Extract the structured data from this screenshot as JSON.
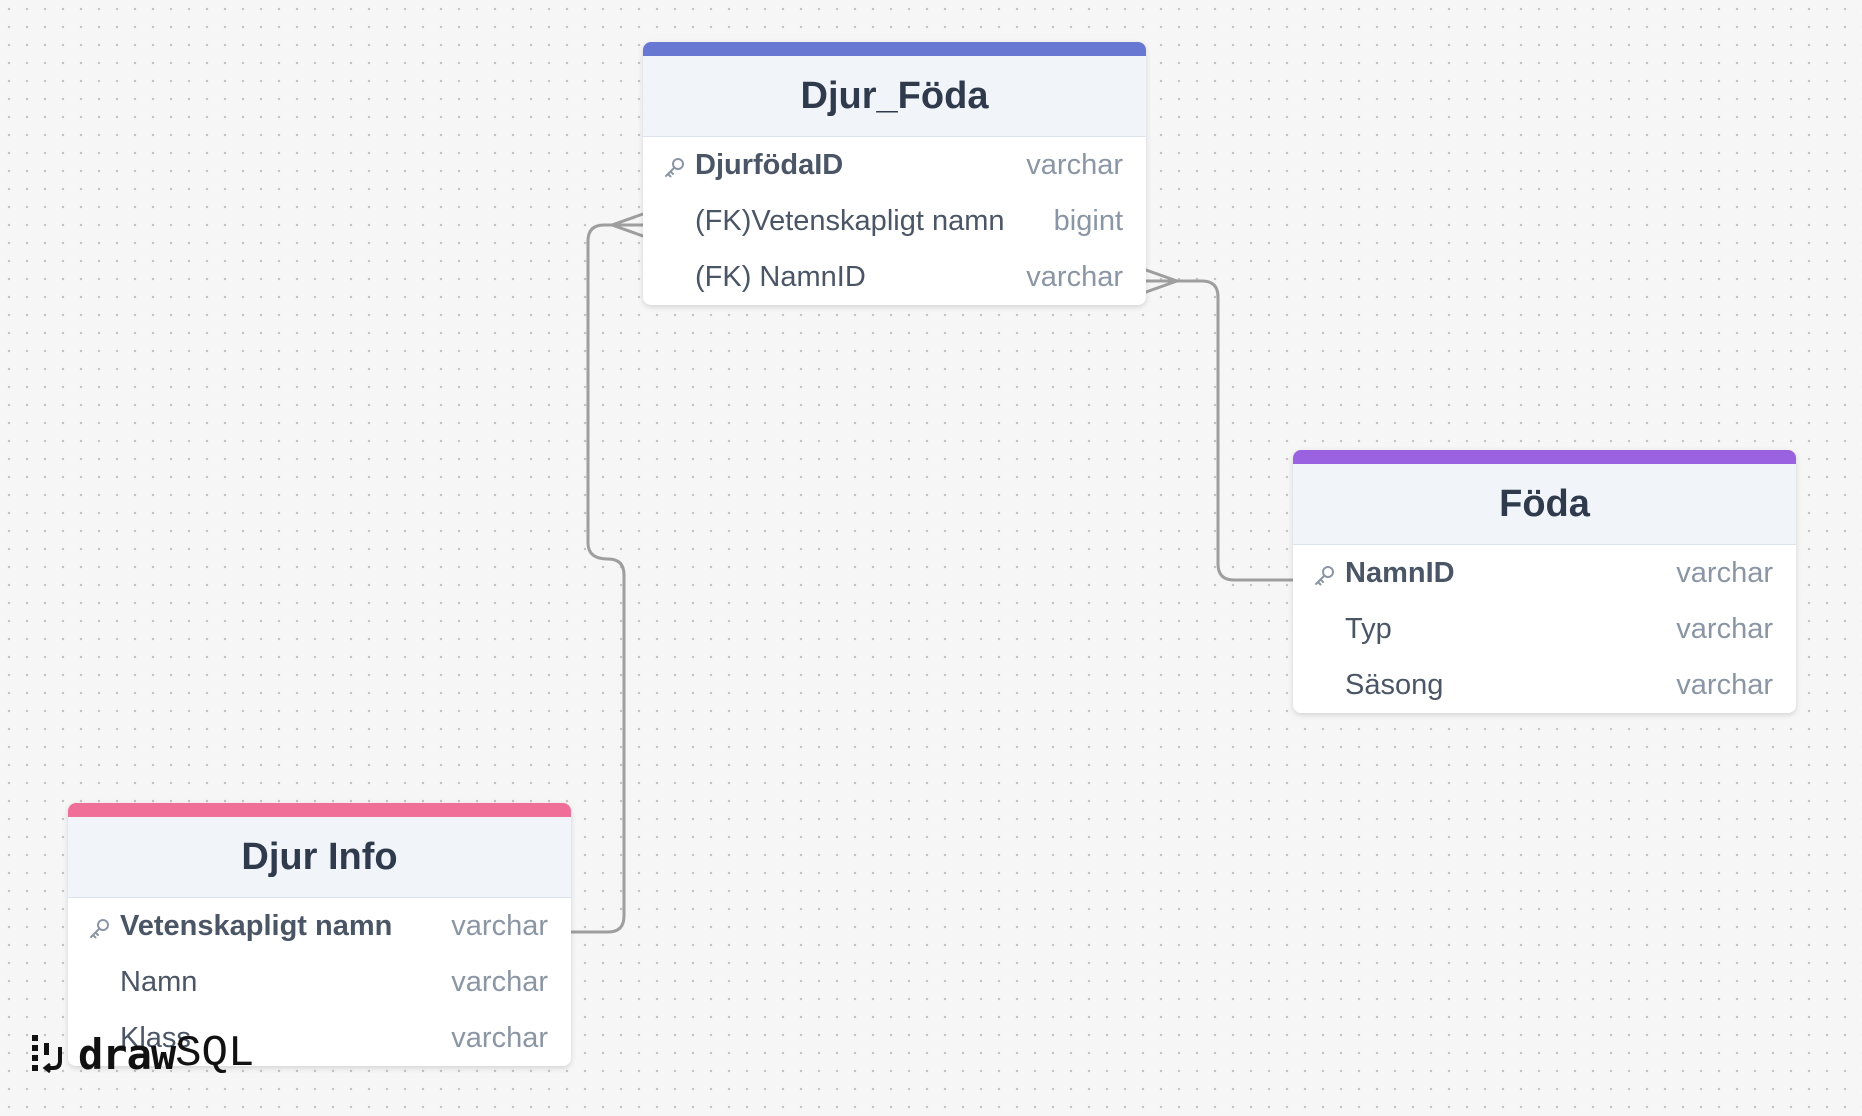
{
  "tables": [
    {
      "name": "Djur_Föda",
      "color": "#6877d2",
      "columns": [
        {
          "name": "DjurfödaID",
          "type": "varchar",
          "primary_key": true
        },
        {
          "name": "(FK)Vetenskapligt namn",
          "type": "bigint",
          "primary_key": false
        },
        {
          "name": "(FK) NamnID",
          "type": "varchar",
          "primary_key": false
        }
      ]
    },
    {
      "name": "Föda",
      "color": "#9a62e0",
      "columns": [
        {
          "name": "NamnID",
          "type": "varchar",
          "primary_key": true
        },
        {
          "name": "Typ",
          "type": "varchar",
          "primary_key": false
        },
        {
          "name": "Säsong",
          "type": "varchar",
          "primary_key": false
        }
      ]
    },
    {
      "name": "Djur Info",
      "color": "#ef6f99",
      "columns": [
        {
          "name": "Vetenskapligt namn",
          "type": "varchar",
          "primary_key": true
        },
        {
          "name": "Namn",
          "type": "varchar",
          "primary_key": false
        },
        {
          "name": "Klass",
          "type": "varchar",
          "primary_key": false
        }
      ]
    }
  ],
  "relations": [
    {
      "from": "Djur Info.Vetenskapligt namn",
      "to": "Djur_Föda.(FK)Vetenskapligt namn",
      "cardinality": "one-to-many"
    },
    {
      "from": "Föda.NamnID",
      "to": "Djur_Föda.(FK) NamnID",
      "cardinality": "one-to-many"
    }
  ],
  "logo": {
    "bold": "draw",
    "light": "SQL"
  }
}
